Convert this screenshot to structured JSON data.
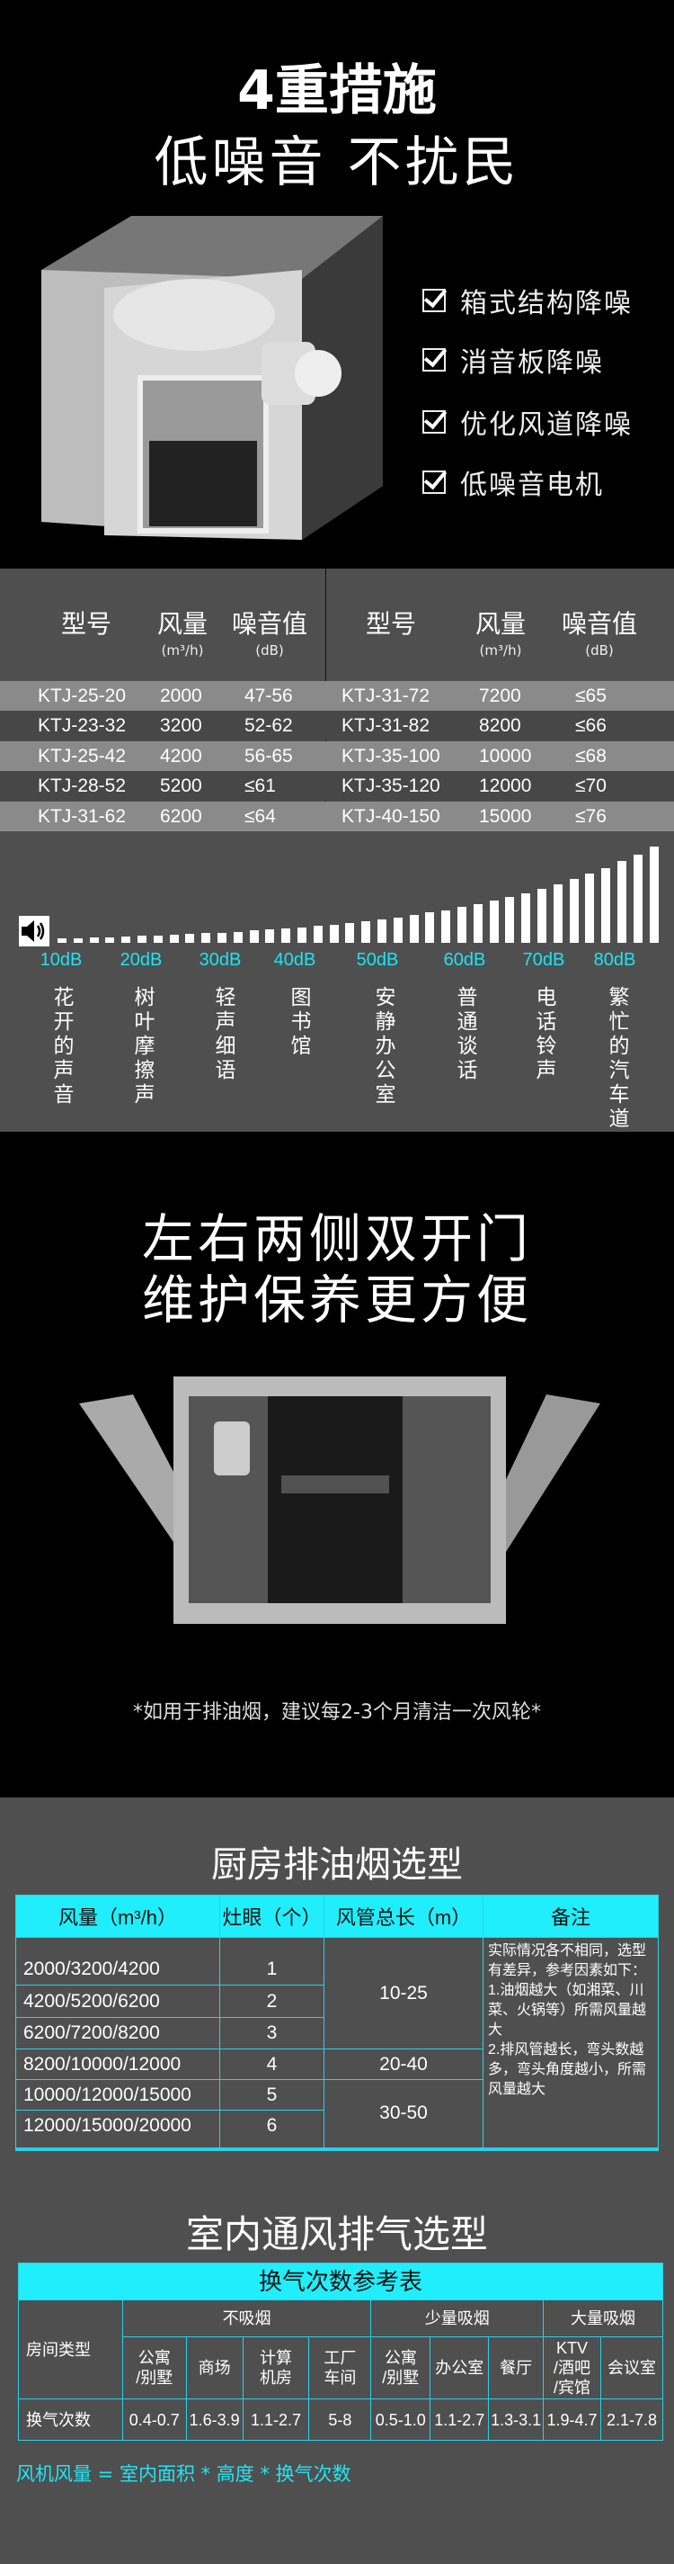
{
  "section1": {
    "title": "4重措施",
    "subtitle": "低噪音 不扰民",
    "features": [
      "箱式结构降噪",
      "消音板降噪",
      "优化风道降噪",
      "低噪音电机"
    ]
  },
  "spec_table": {
    "headers": {
      "model": "型号",
      "airflow": "风量",
      "airflow_unit": "(m³/h)",
      "noise": "噪音值",
      "noise_unit": "(dB)"
    },
    "left": [
      [
        "KTJ-25-20",
        "2000",
        "47-56"
      ],
      [
        "KTJ-23-32",
        "3200",
        "52-62"
      ],
      [
        "KTJ-25-42",
        "4200",
        "56-65"
      ],
      [
        "KTJ-28-52",
        "5200",
        "≤61"
      ],
      [
        "KTJ-31-62",
        "6200",
        "≤64"
      ]
    ],
    "right": [
      [
        "KTJ-31-72",
        "7200",
        "≤65"
      ],
      [
        "KTJ-31-82",
        "8200",
        "≤66"
      ],
      [
        "KTJ-35-100",
        "10000",
        "≤68"
      ],
      [
        "KTJ-35-120",
        "12000",
        "≤70"
      ],
      [
        "KTJ-40-150",
        "15000",
        "≤76"
      ]
    ]
  },
  "noise_scale": {
    "icon": "speaker-icon",
    "levels": [
      "10dB",
      "20dB",
      "30dB",
      "40dB",
      "50dB",
      "60dB",
      "70dB",
      "80dB"
    ],
    "labels": [
      "花开的声音",
      "树叶摩擦声",
      "轻声细语",
      "图书馆",
      "安静办公室",
      "普通谈话",
      "电话铃声",
      "繁忙的汽车道"
    ],
    "accent": "#1ee3f5"
  },
  "section2": {
    "title_line1": "左右两侧双开门",
    "title_line2": "维护保养更方便",
    "note": "*如用于排油烟，建议每2-3个月清洁一次风轮*"
  },
  "kitchen": {
    "title": "厨房排油烟选型",
    "headers": [
      "风量（m³/h）",
      "灶眼（个）",
      "风管总长（m）",
      "备注"
    ],
    "rows": [
      [
        "2000/3200/4200",
        "1"
      ],
      [
        "4200/5200/6200",
        "2"
      ],
      [
        "6200/7200/8200",
        "3"
      ],
      [
        "8200/10000/12000",
        "4"
      ],
      [
        "10000/12000/15000",
        "5"
      ],
      [
        "12000/15000/20000",
        "6"
      ]
    ],
    "lengths": [
      "10-25",
      "20-40",
      "30-50"
    ],
    "remark": "实际情况各不相同，选型有差异，参考因素如下：\n1.油烟越大（如湘菜、川菜、火锅等）所需风量越大\n2.排风管越长，弯头数越多，弯头角度越小，所需风量越大"
  },
  "indoor": {
    "title": "室内通风排气选型",
    "table_title": "换气次数参考表",
    "room_type": "房间类型",
    "rate_label": "换气次数",
    "groups": [
      "不吸烟",
      "少量吸烟",
      "大量吸烟"
    ],
    "rooms": [
      "公寓\n/别墅",
      "商场",
      "计算\n机房",
      "工厂\n车间",
      "公寓\n/别墅",
      "办公室",
      "餐厅",
      "KTV\n/酒吧\n/宾馆",
      "会议室"
    ],
    "rates": [
      "0.4-0.7",
      "1.6-3.9",
      "1.1-2.7",
      "5-8",
      "0.5-1.0",
      "1.1-2.7",
      "1.3-3.1",
      "1.9-4.7",
      "2.1-7.8"
    ],
    "formula": "风机风量 = 室内面积 * 高度 * 换气次数"
  },
  "colors": {
    "accent": "#20eefc",
    "dark_bg": "#000000",
    "gray_bg": "#4f4f4f"
  }
}
